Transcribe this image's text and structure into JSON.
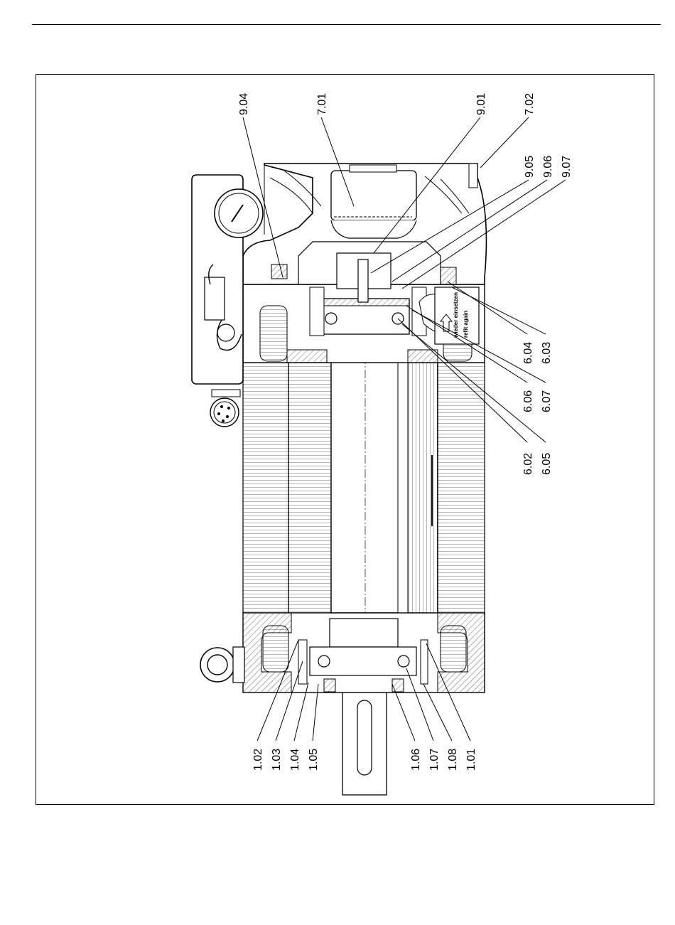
{
  "drawing": {
    "part_numbers_top": [
      "9.04",
      "7.01",
      "9.01",
      "7.02",
      "9.05",
      "9.06",
      "9.07"
    ],
    "part_numbers_right": [
      "6.04",
      "6.03",
      "6.06",
      "6.07",
      "6.02",
      "6.05"
    ],
    "part_numbers_bottom": [
      "1.02",
      "1.03",
      "1.04",
      "1.05",
      "1.06",
      "1.07",
      "1.08",
      "1.01"
    ],
    "rotation_label_1": "wieder einsetzen",
    "rotation_label_2": "refit again",
    "colors": {
      "line": "#000000",
      "paper": "#ffffff",
      "hatch": "#6b6b6b"
    }
  }
}
